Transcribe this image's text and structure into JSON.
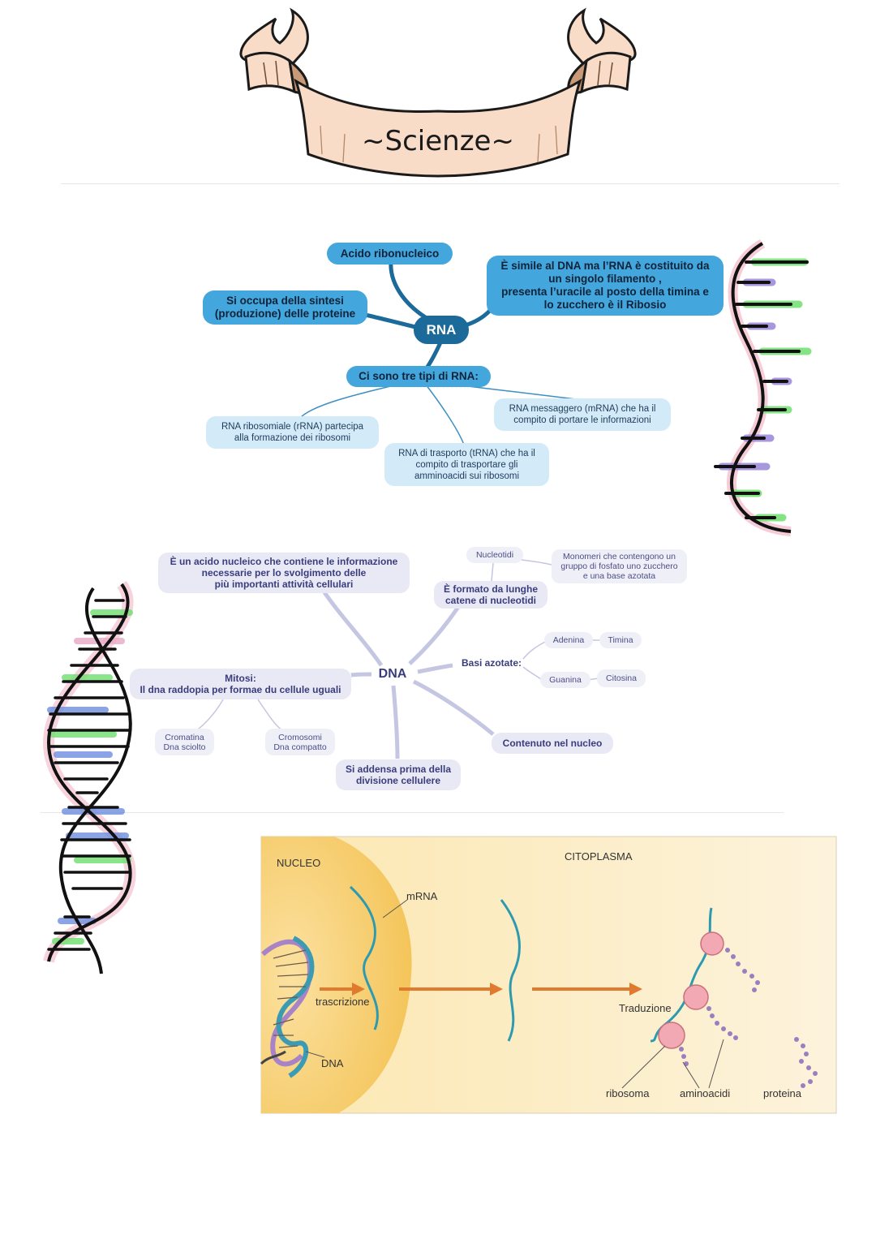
{
  "banner": {
    "title": "~Scienze~"
  },
  "rna_map": {
    "center": "RNA",
    "acid": "Acido ribonucleico",
    "synthesis": "Si occupa della sintesi\n(produzione) delle proteine",
    "similar": "È simile al DNA ma l’RNA è costituito da\nun singolo filamento ,\npresenta l’uracile al posto della timina e\nlo zucchero è il Ribosio",
    "types_title": "Ci sono tre tipi di RNA:",
    "types": [
      "RNA ribosomiale (rRNA) partecipa\nalla formazione dei ribosomi",
      "RNA di trasporto (tRNA) che ha il\ncompito di trasportare gli\namminoacidi sui ribosomi",
      "RNA messaggero (mRNA) che ha il\ncompito di portare le informazioni"
    ]
  },
  "dna_map": {
    "center": "DNA",
    "definition": "È un acido nucleico che contiene le informazione\nnecessarie per lo svolgimento delle\npiù importanti attività cellulari",
    "chains": "È formato da lunghe\ncatene di nucleotidi",
    "nucleotides": "Nucleotidi",
    "monomers": "Monomeri che contengono un\ngruppo di fosfato uno zucchero\ne una base azotata",
    "bases_title": "Basi azotate:",
    "bases": [
      "Adenina",
      "Timina",
      "Guanina",
      "Citosina"
    ],
    "mitosis": "Mitosi:\nIl dna raddopia per formae du cellule uguali",
    "chromatin": "Cromatina\nDna sciolto",
    "chromosomes": "Cromosomi\nDna compatto",
    "nucleus": "Contenuto nel nucleo",
    "condense": "Si addensa prima della\ndivisione cellulere"
  },
  "figure": {
    "nucleus": "NUCLEO",
    "cytoplasm": "CITOPLASMA",
    "mrna": "mRNA",
    "transcription": "trascrizione",
    "dna": "DNA",
    "translation": "Traduzione",
    "ribosome": "ribosoma",
    "amino_acids": "aminoacidi",
    "protein": "proteina"
  },
  "colors": {
    "rna_dark": "#43a6dc",
    "rna_light": "#d3ebf9",
    "rna_center": "#1b6a99",
    "dna_box": "#e9e9f6",
    "dna_text": "#3a3d7c",
    "banner_fill": "#f8dcc8",
    "figure_bg": "#fbecc6",
    "nucleus_fill": "#f5c65a"
  }
}
